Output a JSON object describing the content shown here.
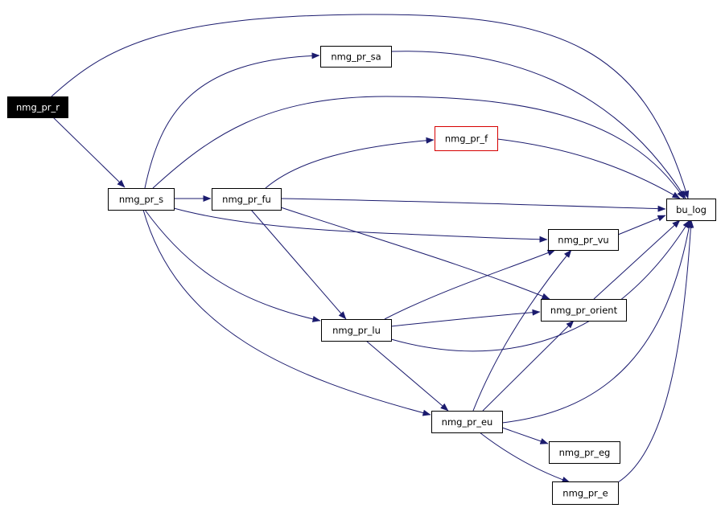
{
  "nodes": [
    {
      "id": "nmg_pr_r",
      "label": "nmg_pr_r",
      "style": "root"
    },
    {
      "id": "nmg_pr_sa",
      "label": "nmg_pr_sa",
      "style": "normal"
    },
    {
      "id": "nmg_pr_f",
      "label": "nmg_pr_f",
      "style": "highlight"
    },
    {
      "id": "nmg_pr_s",
      "label": "nmg_pr_s",
      "style": "normal"
    },
    {
      "id": "nmg_pr_fu",
      "label": "nmg_pr_fu",
      "style": "normal"
    },
    {
      "id": "bu_log",
      "label": "bu_log",
      "style": "normal"
    },
    {
      "id": "nmg_pr_vu",
      "label": "nmg_pr_vu",
      "style": "normal"
    },
    {
      "id": "nmg_pr_orient",
      "label": "nmg_pr_orient",
      "style": "normal"
    },
    {
      "id": "nmg_pr_lu",
      "label": "nmg_pr_lu",
      "style": "normal"
    },
    {
      "id": "nmg_pr_eu",
      "label": "nmg_pr_eu",
      "style": "normal"
    },
    {
      "id": "nmg_pr_eg",
      "label": "nmg_pr_eg",
      "style": "normal"
    },
    {
      "id": "nmg_pr_e",
      "label": "nmg_pr_e",
      "style": "normal"
    }
  ],
  "edges": [
    {
      "from": "nmg_pr_r",
      "to": "bu_log"
    },
    {
      "from": "nmg_pr_r",
      "to": "nmg_pr_s"
    },
    {
      "from": "nmg_pr_s",
      "to": "nmg_pr_sa"
    },
    {
      "from": "nmg_pr_sa",
      "to": "bu_log"
    },
    {
      "from": "nmg_pr_s",
      "to": "bu_log"
    },
    {
      "from": "nmg_pr_s",
      "to": "nmg_pr_fu"
    },
    {
      "from": "nmg_pr_s",
      "to": "nmg_pr_vu"
    },
    {
      "from": "nmg_pr_s",
      "to": "nmg_pr_lu"
    },
    {
      "from": "nmg_pr_s",
      "to": "nmg_pr_eu"
    },
    {
      "from": "nmg_pr_fu",
      "to": "nmg_pr_f"
    },
    {
      "from": "nmg_pr_fu",
      "to": "bu_log"
    },
    {
      "from": "nmg_pr_fu",
      "to": "nmg_pr_orient"
    },
    {
      "from": "nmg_pr_fu",
      "to": "nmg_pr_lu"
    },
    {
      "from": "nmg_pr_f",
      "to": "bu_log"
    },
    {
      "from": "nmg_pr_vu",
      "to": "bu_log"
    },
    {
      "from": "nmg_pr_orient",
      "to": "bu_log"
    },
    {
      "from": "nmg_pr_lu",
      "to": "nmg_pr_vu"
    },
    {
      "from": "nmg_pr_lu",
      "to": "nmg_pr_orient"
    },
    {
      "from": "nmg_pr_lu",
      "to": "bu_log"
    },
    {
      "from": "nmg_pr_lu",
      "to": "nmg_pr_eu"
    },
    {
      "from": "nmg_pr_eu",
      "to": "nmg_pr_vu"
    },
    {
      "from": "nmg_pr_eu",
      "to": "nmg_pr_orient"
    },
    {
      "from": "nmg_pr_eu",
      "to": "bu_log"
    },
    {
      "from": "nmg_pr_eu",
      "to": "nmg_pr_eg"
    },
    {
      "from": "nmg_pr_eu",
      "to": "nmg_pr_e"
    },
    {
      "from": "nmg_pr_e",
      "to": "bu_log"
    }
  ],
  "colors": {
    "edge": "#1b1b6e",
    "root_fill": "#000000",
    "root_text": "#ffffff",
    "highlight_border": "#d60000"
  }
}
